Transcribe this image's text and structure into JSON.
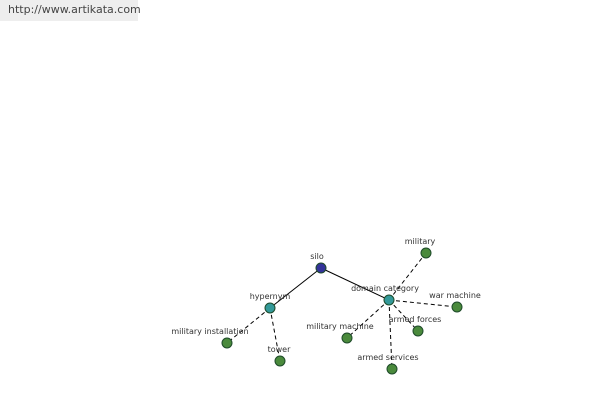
{
  "source": {
    "url_text": "http://www.artikata.com"
  },
  "colors": {
    "root": "#333399",
    "relation": "#339999",
    "leaf": "#4a8a3c",
    "node_stroke": "#1e4a2a",
    "edge": "#000000",
    "background": "#ffffff"
  },
  "graph": {
    "root": {
      "label": "silo"
    },
    "relations": [
      {
        "label": "hypernym",
        "children": [
          {
            "label": "military installation"
          },
          {
            "label": "tower"
          }
        ]
      },
      {
        "label": "domain category",
        "children": [
          {
            "label": "military"
          },
          {
            "label": "war machine"
          },
          {
            "label": "armed forces"
          },
          {
            "label": "military machine"
          },
          {
            "label": "armed services"
          }
        ]
      }
    ]
  }
}
